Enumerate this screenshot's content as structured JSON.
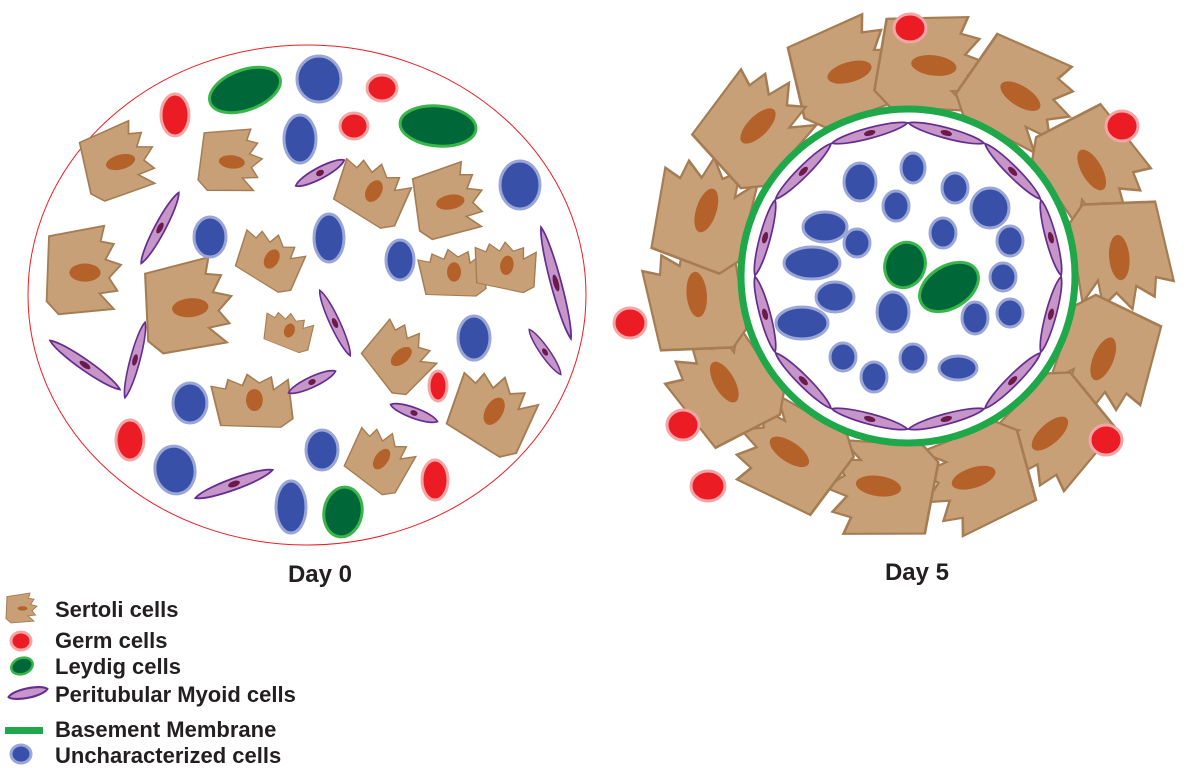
{
  "panels": [
    {
      "label": "Day 0"
    },
    {
      "label": "Day 5"
    }
  ],
  "legend": [
    {
      "icon": "sertoli-cell-icon",
      "label": "Sertoli cells"
    },
    {
      "icon": "germ-cell-icon",
      "label": "Germ cells"
    },
    {
      "icon": "leydig-cell-icon",
      "label": "Leydig cells"
    },
    {
      "icon": "peritubular-myoid-cell-icon",
      "label": "Peritubular Myoid cells"
    },
    {
      "icon": "basement-membrane-icon",
      "label": "Basement Membrane"
    },
    {
      "icon": "uncharacterized-cell-icon",
      "label": "Uncharacterized cells"
    }
  ],
  "colors": {
    "sertoli_fill": "#c8a077",
    "sertoli_stroke": "#a67c52",
    "sertoli_nucleus": "#b5622a",
    "germ_fill": "#ec1c24",
    "germ_stroke": "#f4a6a6",
    "leydig_fill": "#006838",
    "leydig_stroke": "#39b54a",
    "myoid_fill": "#c796c8",
    "myoid_stroke": "#662d91",
    "myoid_nucleus": "#6b1b4a",
    "membrane": "#1fa84a",
    "uncharacterized_fill": "#3850a8",
    "uncharacterized_stroke": "#9aa6d8",
    "aggregate_outline": "#ec1c24"
  }
}
